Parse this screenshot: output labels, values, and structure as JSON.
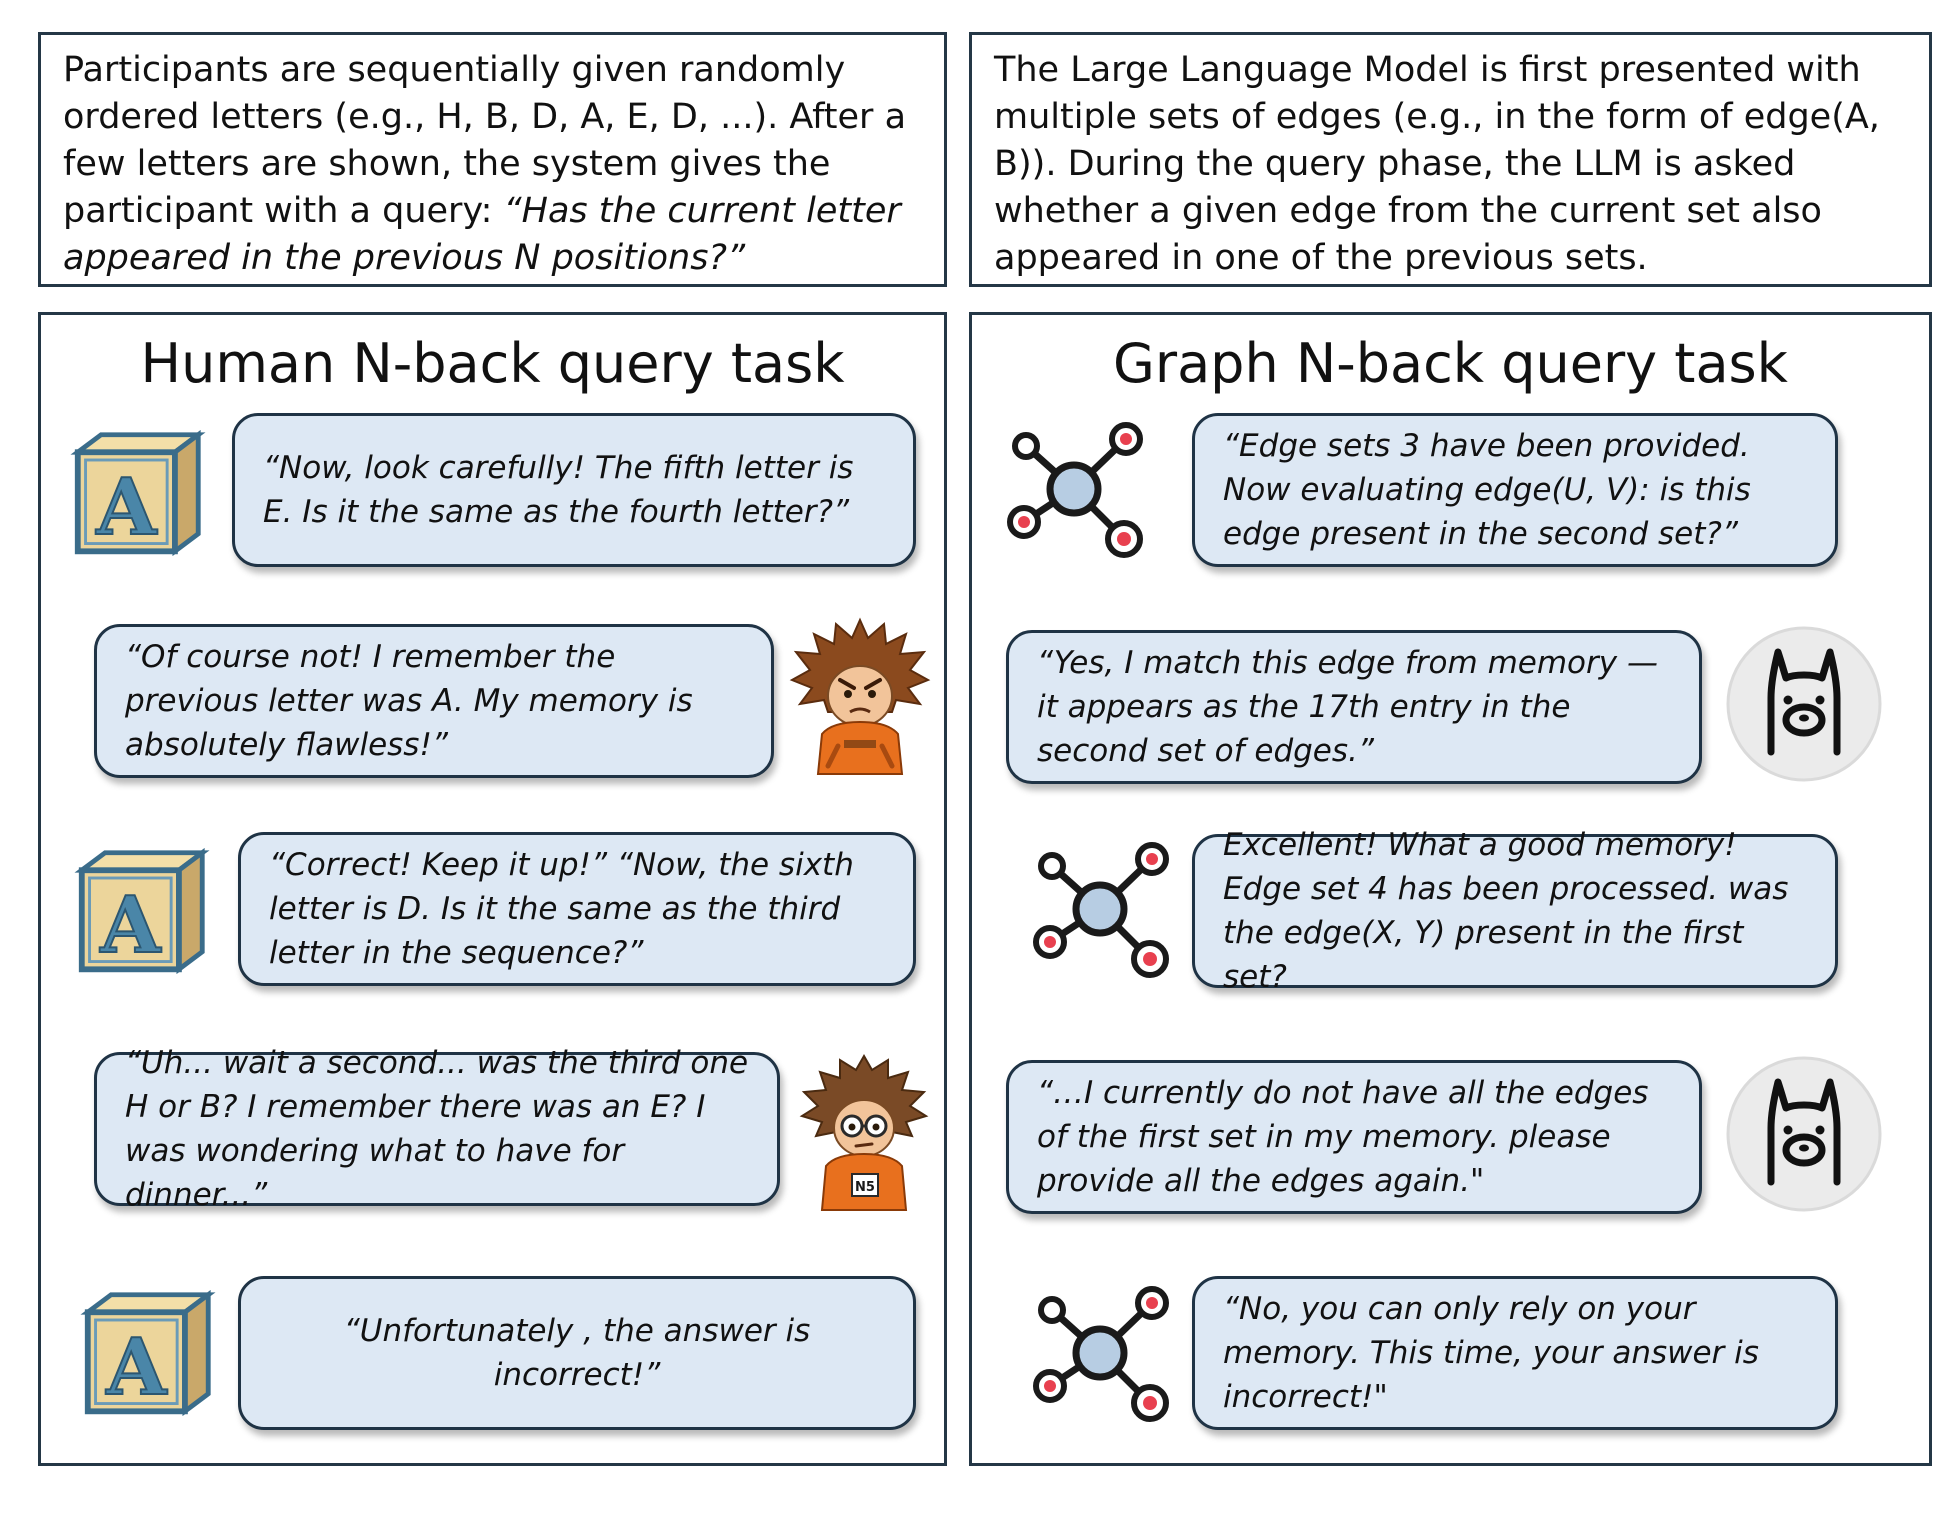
{
  "top_left": {
    "text_plain": "Participants are sequentially given randomly ordered letters (e.g., H, B, D, A, E, D, ...). After a few letters are shown, the system gives the participant with a query: ",
    "text_italic": "“Has the current letter appeared in the previous N positions?”"
  },
  "top_right": {
    "text": "The Large Language Model is first presented with multiple sets of edges (e.g., in the form of edge(A, B)). During the query phase, the LLM is asked whether a given edge from the current set also appeared in one of the previous sets."
  },
  "human_panel": {
    "title": "Human N-back query task",
    "messages": [
      {
        "speaker": "system",
        "text": "“Now, look carefully! The fifth letter is E. Is it the same as the fourth letter?”"
      },
      {
        "speaker": "human",
        "text": "“Of course not! I remember the previous letter was A. My memory is absolutely flawless!”"
      },
      {
        "speaker": "system",
        "text": "“Correct! Keep it up!” “Now, the sixth letter is D. Is it the same as the third letter in the sequence?”"
      },
      {
        "speaker": "human",
        "text": "“Uh... wait a second... was the third one H or B? I remember there was an E? I was wondering what to have for dinner...”"
      },
      {
        "speaker": "system",
        "text": "“Unfortunately , the answer is incorrect!”"
      }
    ]
  },
  "graph_panel": {
    "title": "Graph N-back query task",
    "messages": [
      {
        "speaker": "system",
        "text": "“Edge sets 3 have been provided. Now evaluating edge(U, V): is this edge present in the second set?”"
      },
      {
        "speaker": "llm",
        "text": "“Yes, I match this edge from memory — it appears as the 17th entry in the second set of edges.”"
      },
      {
        "speaker": "system",
        "text": "Excellent! What a good memory! Edge set 4 has been processed. was the edge(X, Y) present in the first set?"
      },
      {
        "speaker": "llm",
        "text": "“…I currently do not have all the edges of the first set in my memory. please provide all the edges again.\""
      },
      {
        "speaker": "system",
        "text": "“No, you can only rely on your memory. This time, your answer is incorrect!\""
      }
    ]
  },
  "icons": {
    "block_letter": "A",
    "badge_text": "N5"
  },
  "colors": {
    "border": "#243746",
    "bubble_fill": "#dde8f4",
    "node_red": "#e8404f",
    "hub_blue": "#b7cde3",
    "block_wood": "#ecd59b",
    "block_letter": "#4a86a8",
    "hoodie": "#e8701e"
  }
}
